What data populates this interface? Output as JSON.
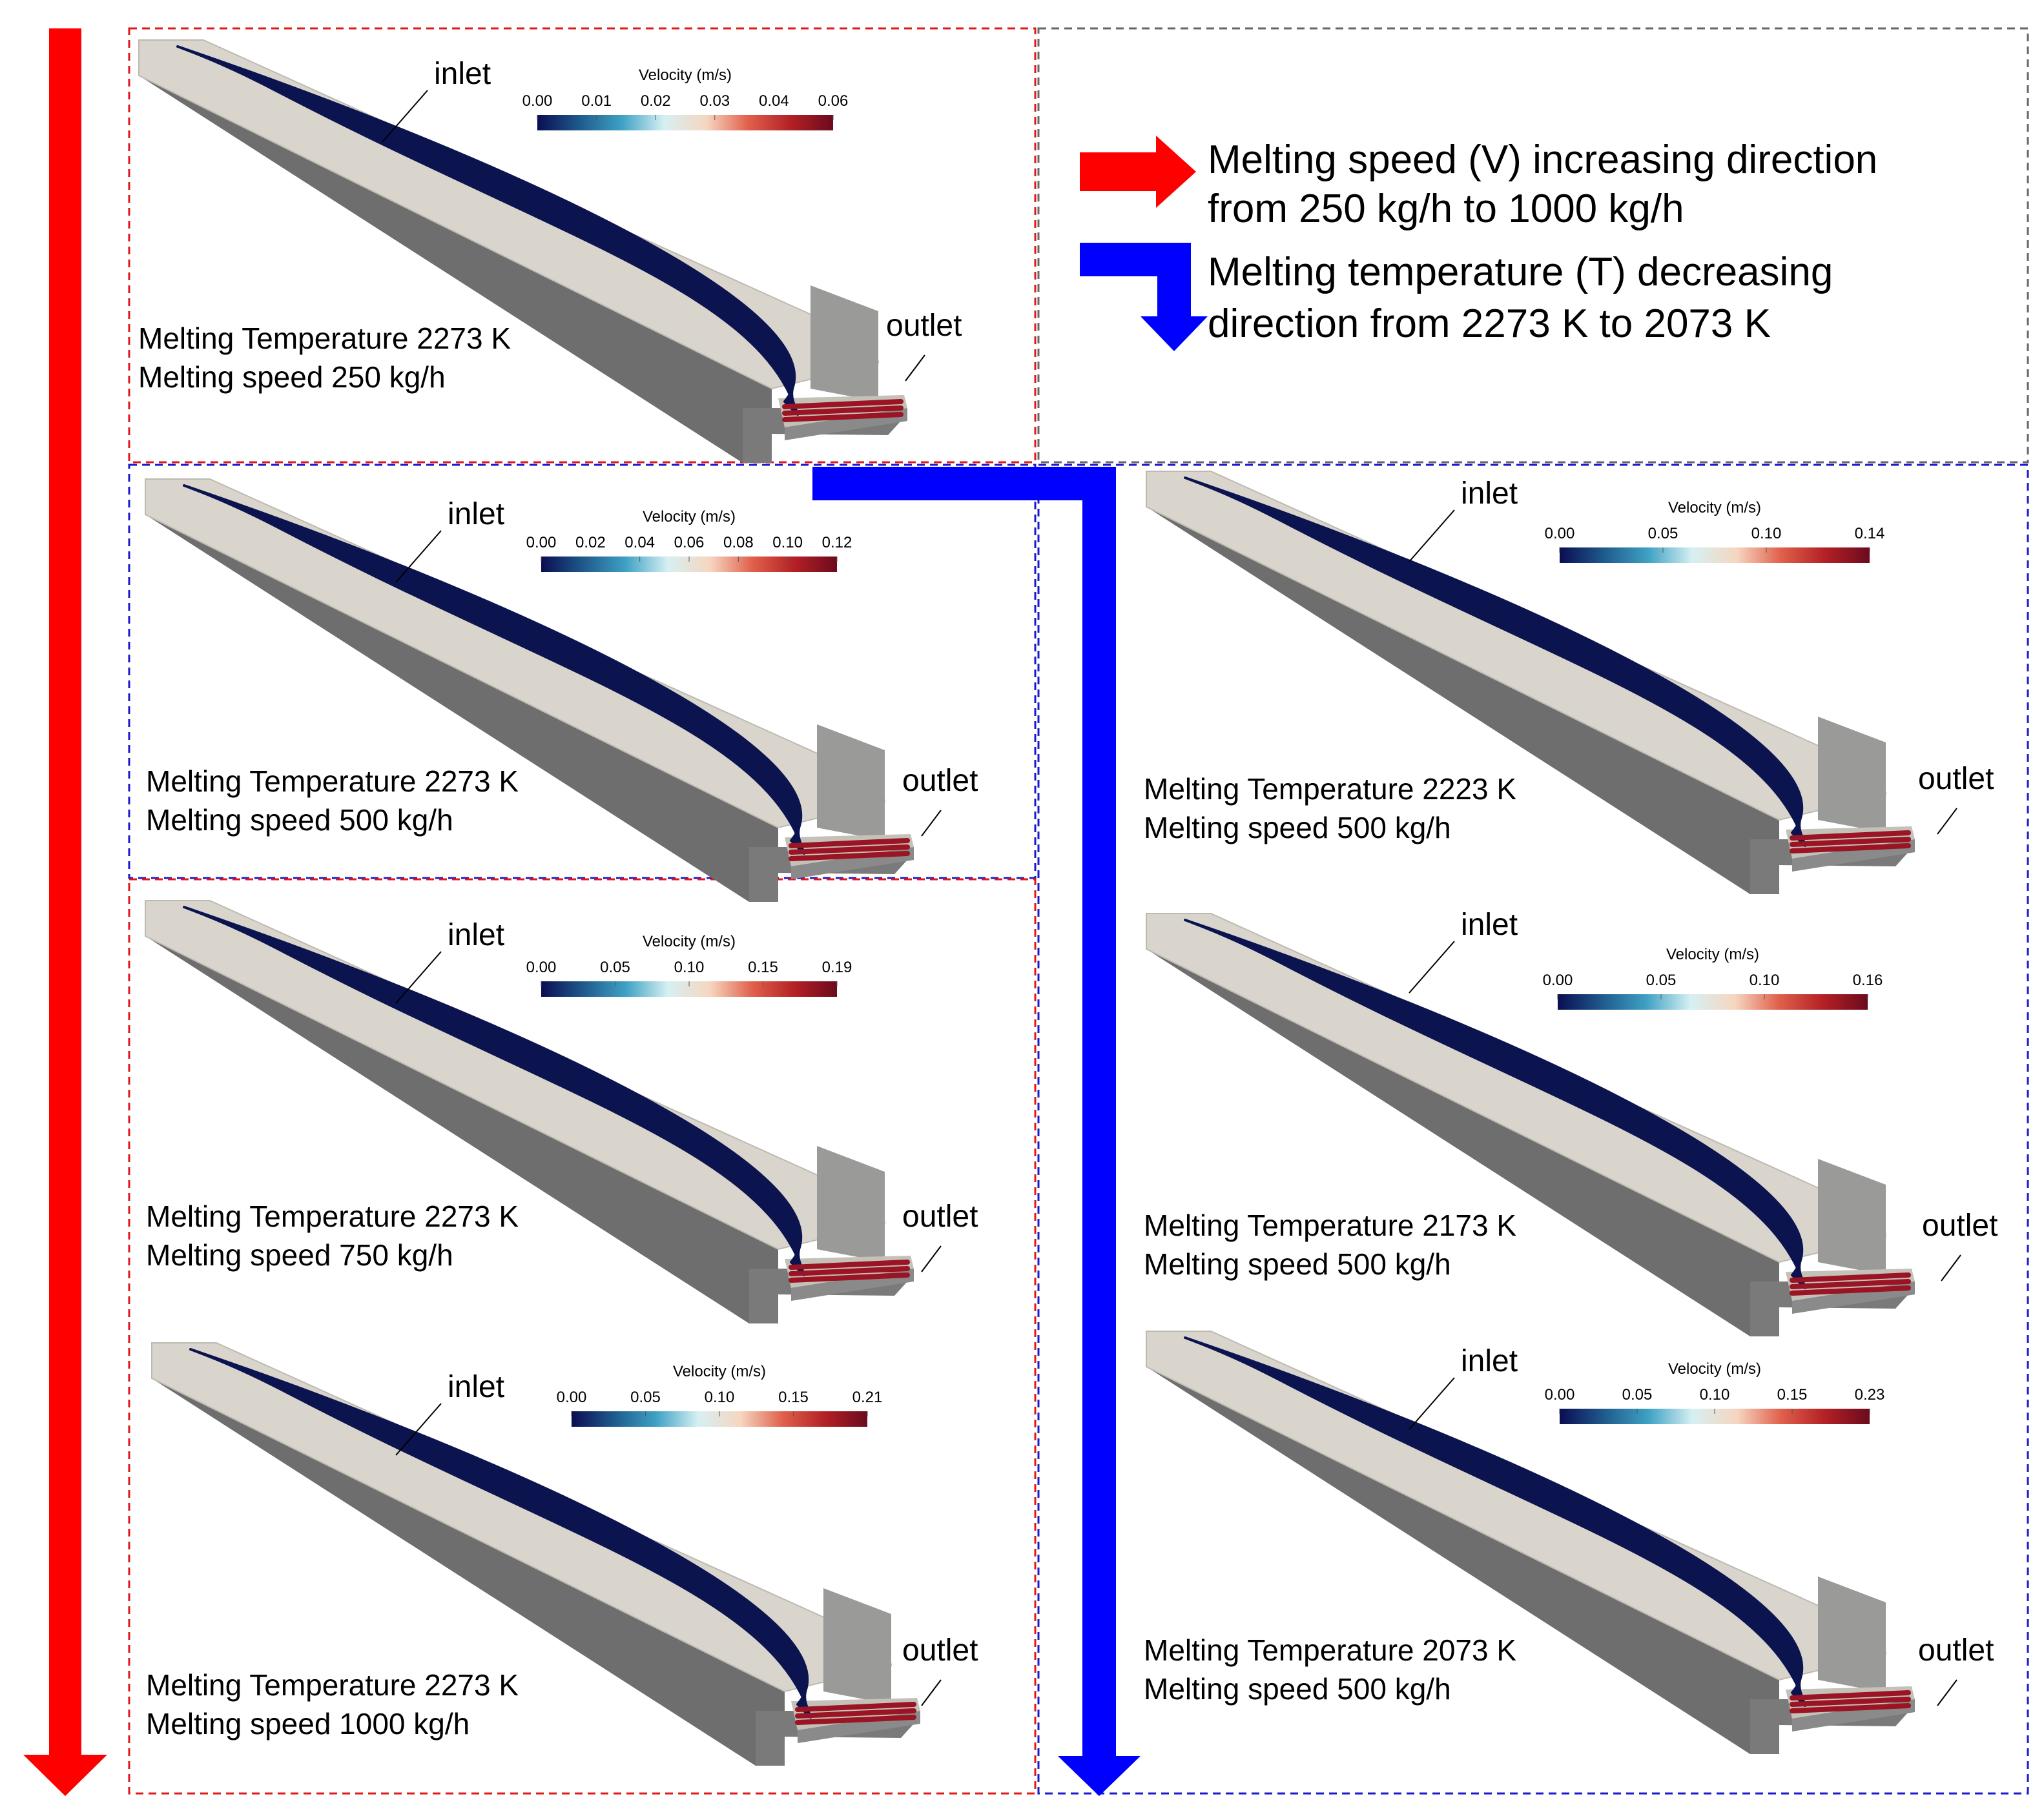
{
  "legend": {
    "speed_line1": "Melting speed (V) increasing direction",
    "speed_line2": "from 250 kg/h to 1000 kg/h",
    "temp_line1": "Melting temperature (T) decreasing",
    "temp_line2": "direction from 2273 K to 2073 K",
    "speed_arrow_color": "#ff0000",
    "temp_arrow_color": "#0000ff"
  },
  "colormap": [
    "#0b0d52",
    "#1f5a8c",
    "#3ea1c4",
    "#d6f0f2",
    "#f6d6c0",
    "#e0604b",
    "#b32025",
    "#6b0b1e"
  ],
  "panels": [
    {
      "id": "p1",
      "inlet_label": "inlet",
      "outlet_label": "outlet",
      "temperature_text": "Melting Temperature 2273 K",
      "speed_text": "Melting speed 250 kg/h",
      "colorbar": {
        "title": "Velocity (m/s)",
        "ticks": [
          "0.00",
          "0.01",
          "0.02",
          "0.03",
          "0.04",
          "0.06"
        ]
      }
    },
    {
      "id": "p2",
      "inlet_label": "inlet",
      "outlet_label": "outlet",
      "temperature_text": "Melting Temperature 2273 K",
      "speed_text": "Melting speed 500 kg/h",
      "colorbar": {
        "title": "Velocity (m/s)",
        "ticks": [
          "0.00",
          "0.02",
          "0.04",
          "0.06",
          "0.08",
          "0.10",
          "0.12"
        ]
      }
    },
    {
      "id": "p3",
      "inlet_label": "inlet",
      "outlet_label": "outlet",
      "temperature_text": "Melting Temperature 2273 K",
      "speed_text": "Melting speed 750 kg/h",
      "colorbar": {
        "title": "Velocity (m/s)",
        "ticks": [
          "0.00",
          "0.05",
          "0.10",
          "0.15",
          "0.19"
        ]
      }
    },
    {
      "id": "p4",
      "inlet_label": "inlet",
      "outlet_label": "outlet",
      "temperature_text": "Melting Temperature 2273 K",
      "speed_text": "Melting speed 1000 kg/h",
      "colorbar": {
        "title": "Velocity (m/s)",
        "ticks": [
          "0.00",
          "0.05",
          "0.10",
          "0.15",
          "0.21"
        ]
      }
    },
    {
      "id": "p5",
      "inlet_label": "inlet",
      "outlet_label": "outlet",
      "temperature_text": "Melting Temperature 2223 K",
      "speed_text": "Melting speed 500 kg/h",
      "colorbar": {
        "title": "Velocity (m/s)",
        "ticks": [
          "0.00",
          "0.05",
          "0.10",
          "0.14"
        ]
      }
    },
    {
      "id": "p6",
      "inlet_label": "inlet",
      "outlet_label": "outlet",
      "temperature_text": "Melting Temperature 2173 K",
      "speed_text": "Melting speed 500 kg/h",
      "colorbar": {
        "title": "Velocity (m/s)",
        "ticks": [
          "0.00",
          "0.05",
          "0.10",
          "0.16"
        ]
      }
    },
    {
      "id": "p7",
      "inlet_label": "inlet",
      "outlet_label": "outlet",
      "temperature_text": "Melting Temperature 2073 K",
      "speed_text": "Melting speed 500 kg/h",
      "colorbar": {
        "title": "Velocity (m/s)",
        "ticks": [
          "0.00",
          "0.05",
          "0.10",
          "0.15",
          "0.23"
        ]
      }
    }
  ]
}
